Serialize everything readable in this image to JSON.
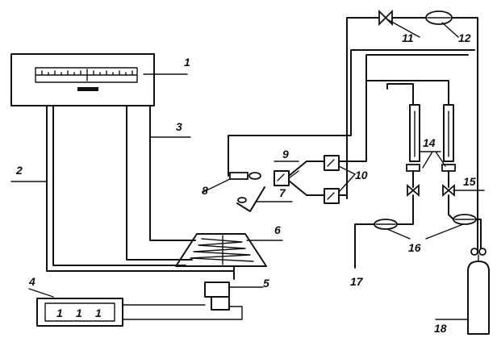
{
  "labels": {
    "l1": "1",
    "l2": "2",
    "l3": "3",
    "l4": "4",
    "l5": "5",
    "l6": "6",
    "l7": "7",
    "l8": "8",
    "l9": "9",
    "l10": "10",
    "l11": "11",
    "l12": "12",
    "l14": "14",
    "l15": "15",
    "l16": "16",
    "l17": "17",
    "l18": "18"
  },
  "display": {
    "digits": [
      "1",
      "1",
      "1"
    ]
  }
}
